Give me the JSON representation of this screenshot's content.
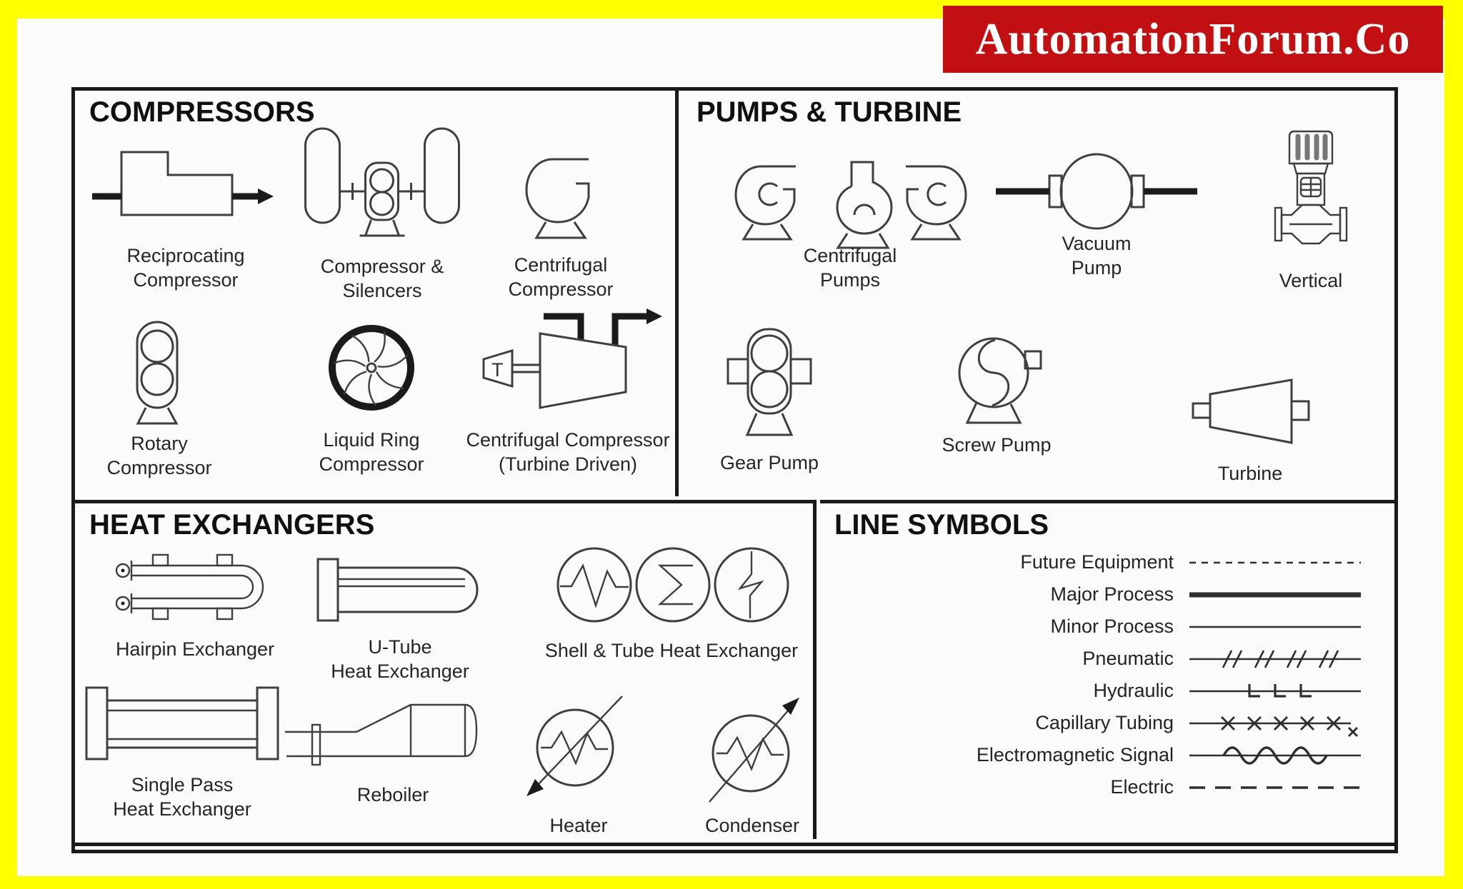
{
  "banner": {
    "text": "AutomationForum.Co"
  },
  "colors": {
    "frame_yellow": "#ffff00",
    "banner_red": "#c20f12",
    "banner_text": "#ffffff",
    "line_ink": "#1a1a1a",
    "symbol_stroke": "#3f3f3f",
    "paper": "#fbfbfa"
  },
  "sections": {
    "compressors": {
      "title": "COMPRESSORS",
      "items": [
        {
          "label": "Reciprocating\nCompressor",
          "icon": "reciprocating-compressor"
        },
        {
          "label": "Compressor &\nSilencers",
          "icon": "compressor-and-silencers"
        },
        {
          "label": "Centrifugal\nCompressor",
          "icon": "centrifugal-compressor"
        },
        {
          "label": "Rotary\nCompressor",
          "icon": "rotary-compressor"
        },
        {
          "label": "Liquid Ring\nCompressor",
          "icon": "liquid-ring-compressor"
        },
        {
          "label": "Centrifugal Compressor\n(Turbine Driven)",
          "icon": "centrifugal-compressor-turbine-driven",
          "tag": "T"
        }
      ]
    },
    "pumps_turbine": {
      "title": "PUMPS & TURBINE",
      "items": [
        {
          "label": "Centrifugal\nPumps",
          "icon": "centrifugal-pumps"
        },
        {
          "label": "Vacuum\nPump",
          "icon": "vacuum-pump"
        },
        {
          "label": "Vertical",
          "icon": "vertical-inline-pump"
        },
        {
          "label": "Gear Pump",
          "icon": "gear-pump"
        },
        {
          "label": "Screw Pump",
          "icon": "screw-pump"
        },
        {
          "label": "Turbine",
          "icon": "turbine"
        }
      ]
    },
    "heat_exchangers": {
      "title": "HEAT EXCHANGERS",
      "items": [
        {
          "label": "Hairpin Exchanger",
          "icon": "hairpin-exchanger"
        },
        {
          "label": "U-Tube\nHeat Exchanger",
          "icon": "u-tube-heat-exchanger"
        },
        {
          "label": "Shell & Tube Heat  Exchanger",
          "icon": "shell-and-tube-heat-exchanger"
        },
        {
          "label": "Single Pass\nHeat Exchanger",
          "icon": "single-pass-heat-exchanger"
        },
        {
          "label": "Reboiler",
          "icon": "reboiler"
        },
        {
          "label": "Heater",
          "icon": "heater"
        },
        {
          "label": "Condenser",
          "icon": "condenser"
        }
      ]
    },
    "line_symbols": {
      "title": "LINE SYMBOLS",
      "rows": [
        {
          "label": "Future Equipment",
          "style": "fine-dashed-line"
        },
        {
          "label": "Major Process",
          "style": "thick-solid-line"
        },
        {
          "label": "Minor Process",
          "style": "thin-solid-line"
        },
        {
          "label": "Pneumatic",
          "style": "line-with-double-slashes"
        },
        {
          "label": "Hydraulic",
          "style": "line-with-L-marks"
        },
        {
          "label": "Capillary Tubing",
          "style": "line-with-x-marks"
        },
        {
          "label": "Electromagnetic Signal",
          "style": "line-with-sine-wave"
        },
        {
          "label": "Electric",
          "style": "long-dashed-line"
        }
      ]
    }
  }
}
